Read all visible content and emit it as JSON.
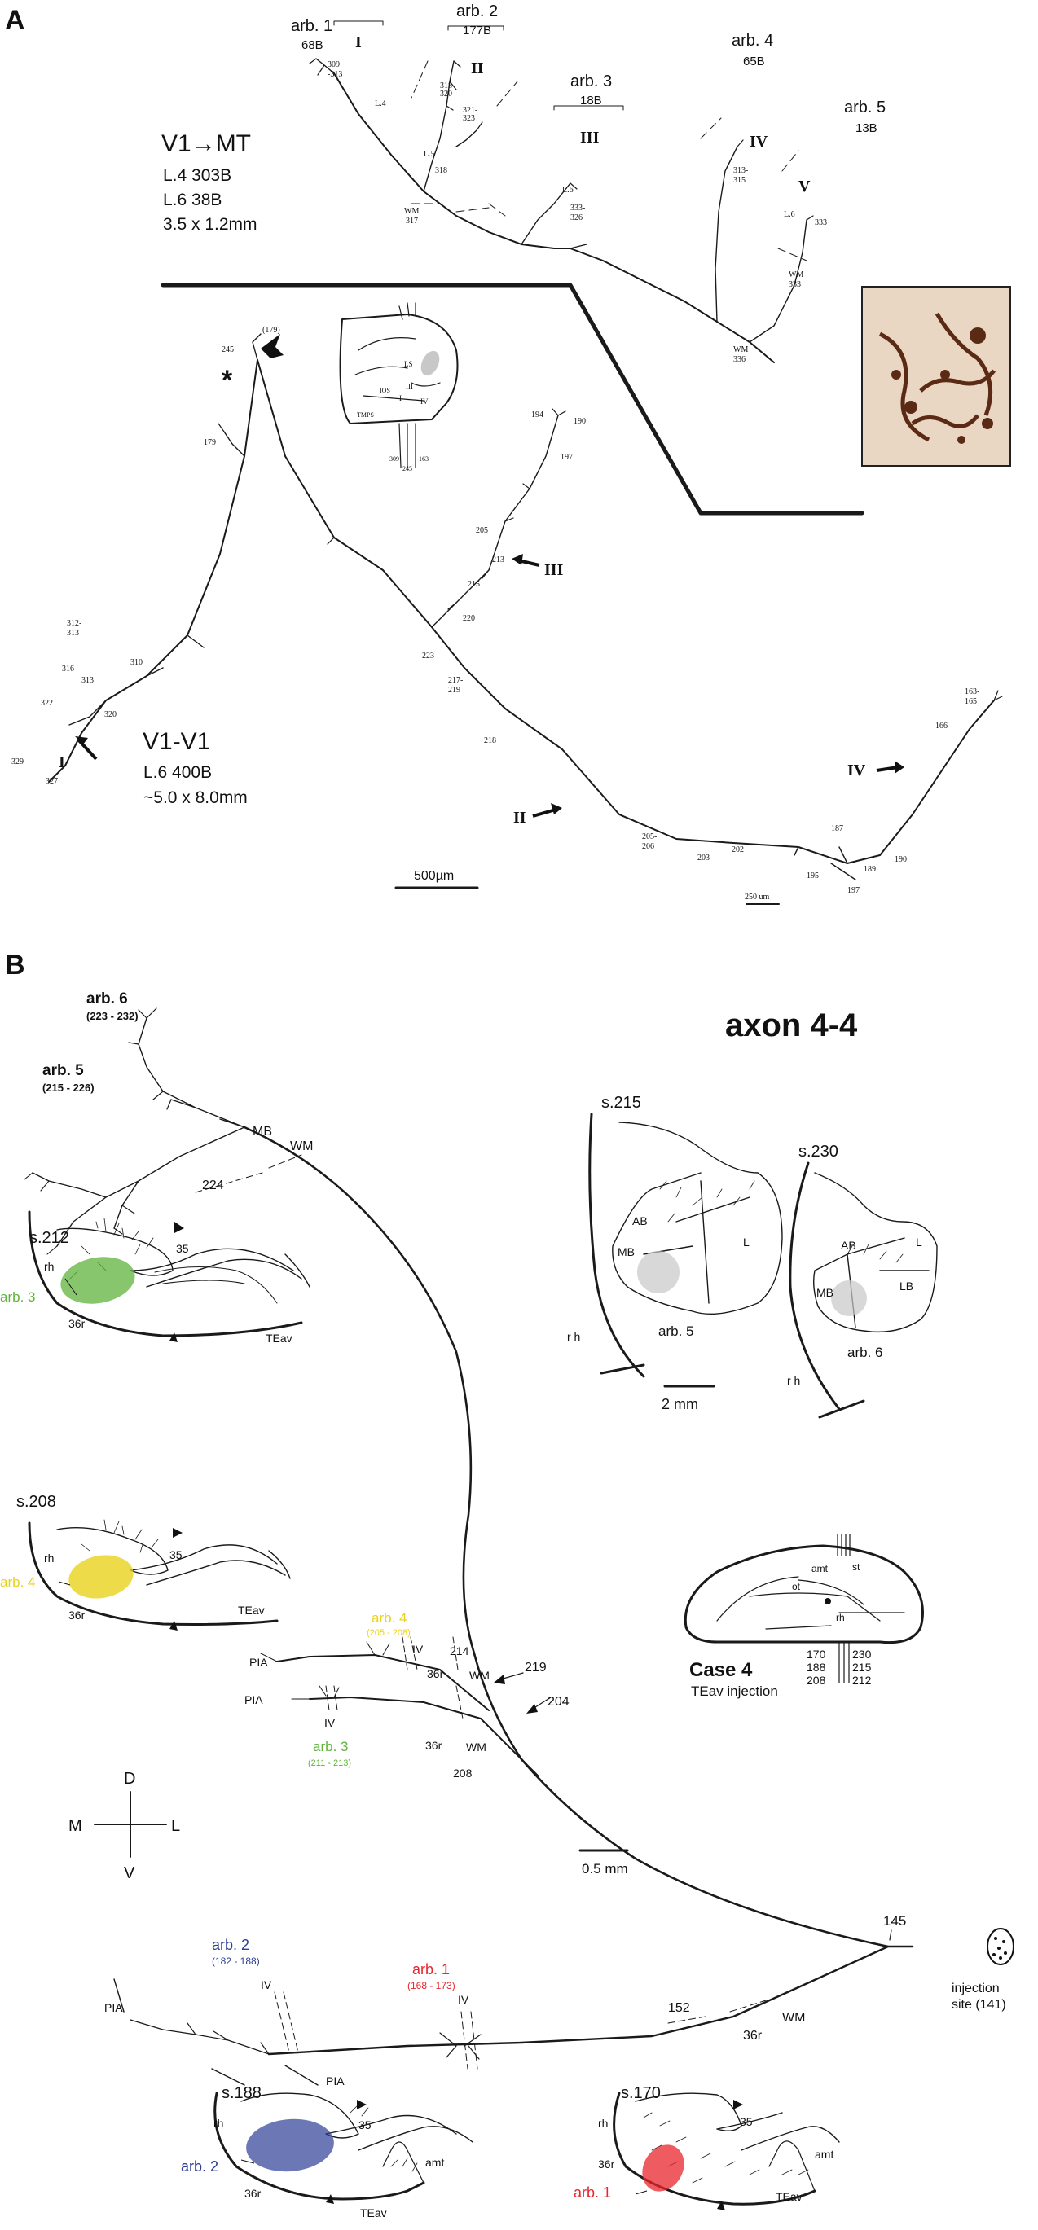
{
  "figure": {
    "panel_a": {
      "letter": "A",
      "v1mt": {
        "title": "V1→MT",
        "line1": "L.4 303B",
        "line2": "L.6   38B",
        "line3": "3.5 x 1.2mm"
      },
      "arbors_top": [
        {
          "name": "arb. 1",
          "count": "68B",
          "roman": "I"
        },
        {
          "name": "arb. 2",
          "count": "177B",
          "roman": "II"
        },
        {
          "name": "arb. 3",
          "count": "18B",
          "roman": "III"
        },
        {
          "name": "arb. 4",
          "count": "65B",
          "roman": "IV"
        },
        {
          "name": "arb. 5",
          "count": "13B",
          "roman": "V"
        }
      ],
      "top_small_labels": {
        "s309": "309",
        "s313": "-313",
        "l4": "L.4",
        "s318b": "318-",
        "s320": "320",
        "s321": "321-",
        "s323": "323",
        "l5": "L.5",
        "s318": "318",
        "wm1": "WM",
        "s317": "317",
        "l6a": "L.6",
        "s333a": "333-",
        "s326": "326",
        "s313b": "313-",
        "s315": "315",
        "l6b": "L.6",
        "s333b": "333",
        "wm2": "WM",
        "s333c": "333",
        "wm3": "WM",
        "s336": "336"
      },
      "v1v1": {
        "title": "V1-V1",
        "line1": "L.6 400B",
        "line2": "~5.0 x 8.0mm"
      },
      "bottom_romans": {
        "r1": "I",
        "r2": "II",
        "r3": "III",
        "r4": "IV"
      },
      "asterisk": "*",
      "bottom_small_labels": {
        "s179p": "(179)",
        "s245": "245",
        "s179": "179",
        "s312": "312-",
        "s313": "313",
        "s316": "316",
        "s310": "310",
        "s313b": "313",
        "s322": "322",
        "s320": "320",
        "s329": "329",
        "s327": "327",
        "s194": "194",
        "s190": "190",
        "s197": "197",
        "s205": "205",
        "s213": "213",
        "s215": "215",
        "s220": "220",
        "s223": "223",
        "s217": "217-",
        "s219": "219",
        "s218": "218",
        "s205b": "205-",
        "s206": "206",
        "s203": "203",
        "s202": "202",
        "s195": "195",
        "s197b": "197",
        "s189": "189",
        "s190b": "190",
        "s187": "187",
        "s163": "163-",
        "s165": "165",
        "s166": "166"
      },
      "inset_labels": {
        "ls": "LS",
        "iii": "III",
        "ios": "IOS",
        "i": "I",
        "iv": "IV",
        "tmps": "TMPS",
        "n309": "309",
        "n245": "245",
        "n163": "163"
      },
      "scale_main": "500µm",
      "scale_small": "250 um"
    },
    "panel_b": {
      "letter": "B",
      "title": "axon 4-4",
      "arb6": {
        "name": "arb. 6",
        "range": "(223 - 232)"
      },
      "arb5": {
        "name": "arb. 5",
        "range": "(215 - 226)"
      },
      "mb": "MB",
      "wm_top": "WM",
      "n224": "224",
      "s212": {
        "title": "s.212",
        "rh": "rh",
        "n35": "35",
        "n36r": "36r",
        "teav": "TEav",
        "arb": "arb. 3"
      },
      "s208": {
        "title": "s.208",
        "rh": "rh",
        "n35": "35",
        "n36r": "36r",
        "teav": "TEav",
        "arb": "arb. 4"
      },
      "s215": {
        "title": "s.215",
        "ab": "AB",
        "mb": "MB",
        "l": "L",
        "arb": "arb. 5",
        "rh": "r h"
      },
      "s230": {
        "title": "s.230",
        "ab": "AB",
        "l": "L",
        "lb": "LB",
        "mb": "MB",
        "arb": "arb. 6",
        "rh": "r h"
      },
      "scale_2mm": "2 mm",
      "case_inset": {
        "amt": "amt",
        "st": "st",
        "ot": "ot",
        "rh": "rh",
        "n170": "170",
        "n188": "188",
        "n208": "208",
        "n230": "230",
        "n215": "215",
        "n212": "212"
      },
      "case_title": "Case  4",
      "case_sub": "TEav   injection",
      "mid": {
        "arb4_name": "arb. 4",
        "arb4_range": "(205 - 208)",
        "arb3_name": "arb. 3",
        "arb3_range": "(211 - 213)",
        "pia1": "PIA",
        "pia2": "PIA",
        "iv1": "IV",
        "iv2": "IV",
        "n214": "214",
        "n36r1": "36r",
        "wm1": "WM",
        "n219": "219",
        "n204": "204",
        "n36r2": "36r",
        "wm2": "WM",
        "n208": "208"
      },
      "compass": {
        "d": "D",
        "v": "V",
        "m": "M",
        "l": "L"
      },
      "scale_05": "0.5 mm",
      "lower": {
        "n145": "145",
        "inj1": "injection",
        "inj2": "site  (141)",
        "arb2_name": "arb. 2",
        "arb2_range": "(182 - 188)",
        "arb1_name": "arb. 1",
        "arb1_range": "(168 - 173)",
        "pia1": "PIA",
        "pia2": "PIA",
        "iv1": "IV",
        "iv2": "IV",
        "n152": "152",
        "wm": "WM",
        "n36r": "36r"
      },
      "s188": {
        "title": "s.188",
        "rh": "rh",
        "n35": "35",
        "n36r": "36r",
        "amt": "amt",
        "teav": "TEav",
        "arb": "arb. 2"
      },
      "s170": {
        "title": "s.170",
        "rh": "rh",
        "n35": "35",
        "n36r": "36r",
        "amt": "amt",
        "teav": "TEav",
        "arb": "arb. 1"
      }
    },
    "colors": {
      "arb1": "#e8262c",
      "arb2": "#2c3f95",
      "arb3": "#5fb33c",
      "arb4": "#e8d21c",
      "micro_bg": "#e9d6c3",
      "micro_fg": "#5a2a14",
      "ellipse_grey": "#c8c8c8"
    }
  }
}
